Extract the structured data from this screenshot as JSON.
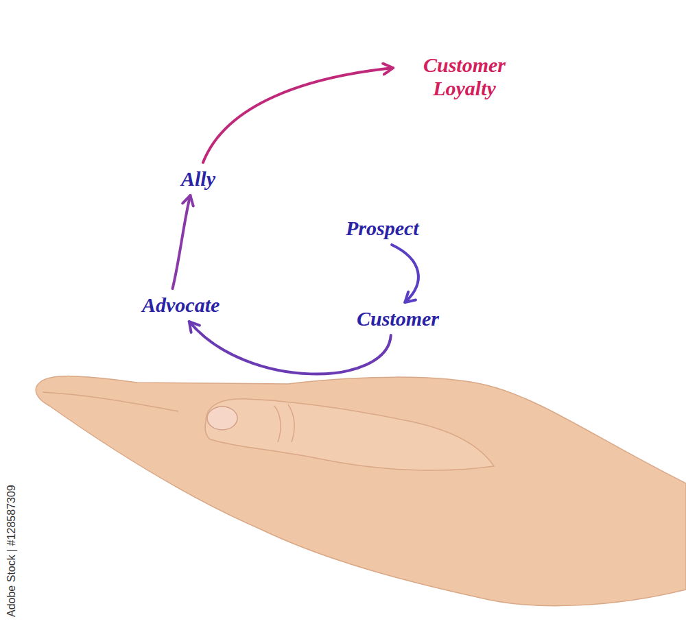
{
  "diagram": {
    "nodes": [
      {
        "text": [
          "Prospect"
        ]
      },
      {
        "text": [
          "Customer"
        ]
      },
      {
        "text": [
          "Advocate"
        ]
      },
      {
        "text": [
          "Ally"
        ]
      },
      {
        "text": [
          "Customer Loyalty"
        ]
      }
    ],
    "edges": [
      {
        "from": 0,
        "to": 1,
        "arrow": "to"
      },
      {
        "from": 1,
        "to": 2,
        "arrow": "to"
      },
      {
        "from": 2,
        "to": 3,
        "arrow": "to"
      },
      {
        "from": 3,
        "to": 4,
        "arrow": "to"
      }
    ],
    "labels": [
      "Adobe Stock | #128587309"
    ]
  }
}
